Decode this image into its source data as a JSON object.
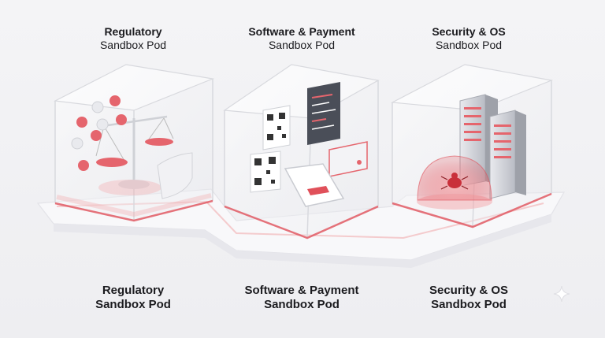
{
  "pods": [
    {
      "top_line1": "Regulatory",
      "top_line2": "Sandbox Pod",
      "bottom_line1": "Regulatory",
      "bottom_line2": "Sandbox Pod",
      "icon": "scales-icon"
    },
    {
      "top_line1": "Software & Payment",
      "top_line2": "Sandbox Pod",
      "bottom_line1": "Software & Payment",
      "bottom_line2": "Sandbox Pod",
      "icon": "qr-payment-icon"
    },
    {
      "top_line1": "Security & OS",
      "top_line2": "Sandbox Pod",
      "bottom_line1": "Security & OS",
      "bottom_line2": "Sandbox Pod",
      "icon": "bug-dome-icon"
    }
  ],
  "colors": {
    "accent": "#e0505a",
    "glass_edge": "#d9dadf",
    "platform": "#f7f7f9"
  }
}
